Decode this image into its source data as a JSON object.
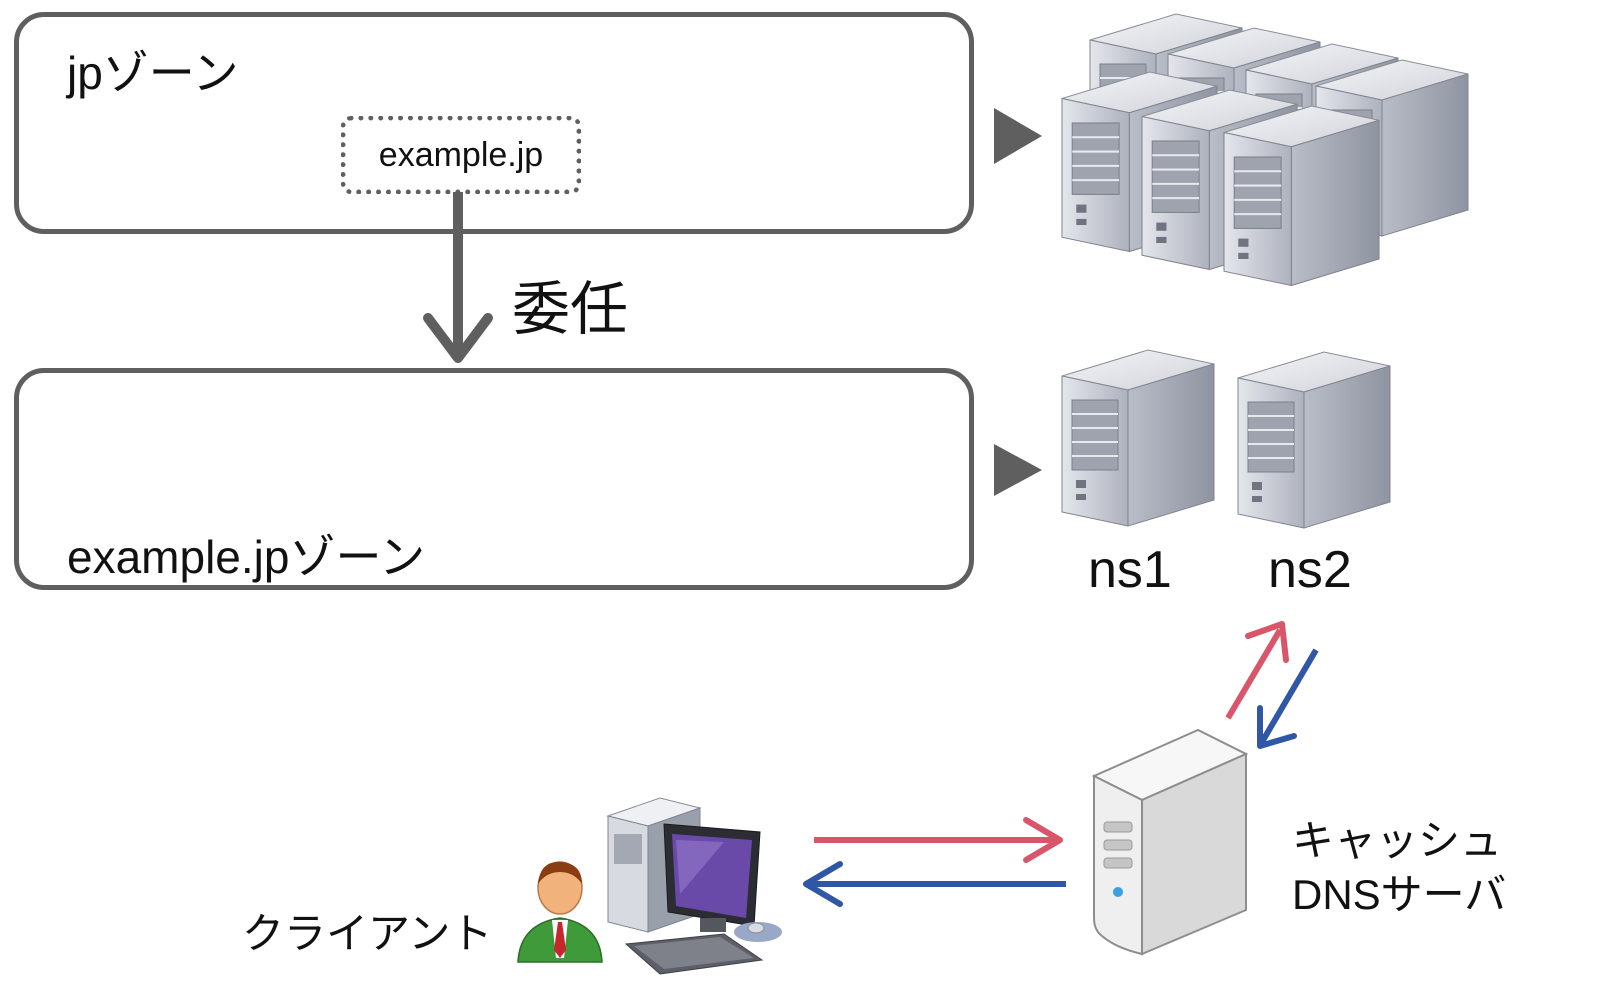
{
  "zones": {
    "jp": {
      "title": "jpゾーン",
      "delegated_entry": "example.jp"
    },
    "example": {
      "title": "example.jpゾーン"
    }
  },
  "delegation": {
    "label": "委任"
  },
  "servers": {
    "ns1": "ns1",
    "ns2": "ns2"
  },
  "cache_server": {
    "line1": "キャッシュ",
    "line2": "DNSサーバ"
  },
  "client": {
    "label": "クライアント"
  },
  "colors": {
    "outline": "#5f5f5f",
    "query_arrow": "#d9566a",
    "response_arrow": "#2f57a5",
    "server_body": "#c9ccd4"
  },
  "icons": [
    "server-tower-icon",
    "person-icon",
    "desktop-computer-icon"
  ]
}
